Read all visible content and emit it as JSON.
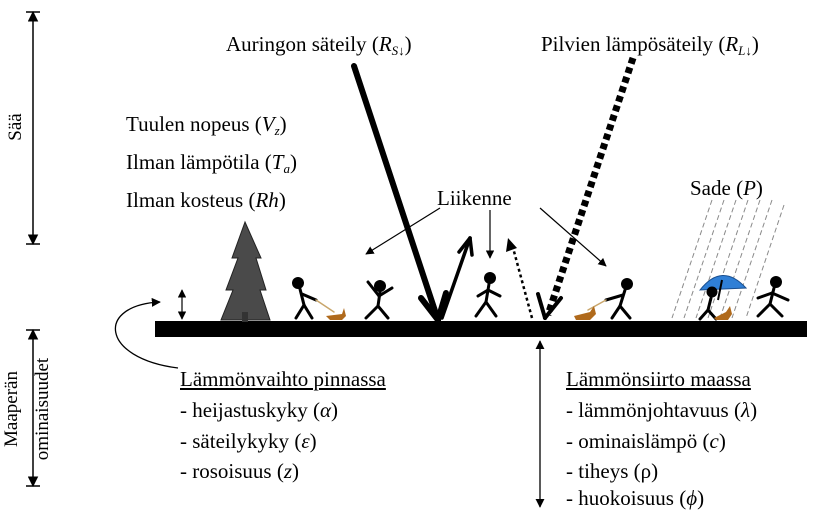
{
  "weather_axis": {
    "label": "Sää"
  },
  "soil_axis": {
    "line1": "Maaperän",
    "line2": "ominaisuudet"
  },
  "sun_radiation": {
    "label": "Auringon säteily",
    "symbol": "R",
    "sub": "S↓"
  },
  "cloud_radiation": {
    "label": "Pilvien lämpösäteily",
    "symbol": "R",
    "sub": "L↓"
  },
  "weather_params": [
    {
      "label": "Tuulen nopeus",
      "symbol": "V",
      "sub": "z"
    },
    {
      "label": "Ilman lämpötila",
      "symbol": "T",
      "sub": "a"
    },
    {
      "label": "Ilman kosteus",
      "symbol": "Rh",
      "sub": ""
    }
  ],
  "traffic": {
    "label": "Liikenne"
  },
  "rain": {
    "label": "Sade",
    "symbol": "P"
  },
  "surface_exchange": {
    "heading": "Lämmönvaihto pinnassa",
    "items": [
      {
        "label": "- heijastuskyky",
        "symbol": "α"
      },
      {
        "label": "- säteilykyky",
        "symbol": "ε"
      },
      {
        "label": "- rosoisuus",
        "symbol": "z"
      }
    ]
  },
  "ground_transfer": {
    "heading": "Lämmönsiirto maassa",
    "items": [
      {
        "label": "- lämmönjohtavuus",
        "symbol": "λ"
      },
      {
        "label": "- ominaislämpö",
        "symbol": "c"
      },
      {
        "label": "- tiheys",
        "symbol": "ρ"
      },
      {
        "label": "- huokoisuus",
        "symbol": "ϕ"
      }
    ]
  },
  "colors": {
    "ink": "#000000",
    "tree": "#4a4a4a",
    "umbrella": "#2f7fd6",
    "dog": "#b06a1c",
    "rain": "#8a8a8a"
  }
}
